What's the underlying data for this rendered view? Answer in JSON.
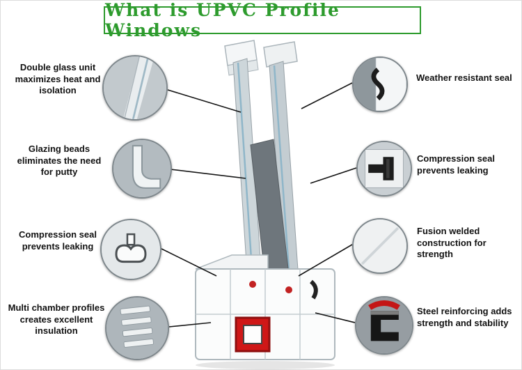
{
  "title": "What is UPVC Profile Windows",
  "colors": {
    "accent_green": "#2d9b2d",
    "connector_line": "#141414",
    "steel_red": "#cf1717"
  },
  "callouts": {
    "left": [
      {
        "label": "Double glass unit maximizes heat and isolation",
        "icon": "double-glass-icon"
      },
      {
        "label": "Glazing beads eliminates the need for putty",
        "icon": "glazing-bead-icon"
      },
      {
        "label": "Compression seal prevents leaking",
        "icon": "compression-seal-icon"
      },
      {
        "label": "Multi chamber profiles creates excellent insulation",
        "icon": "multi-chamber-icon"
      }
    ],
    "right": [
      {
        "label": "Weather resistant seal",
        "icon": "weather-seal-icon"
      },
      {
        "label": "Compression seal prevents leaking",
        "icon": "compression-seal-icon"
      },
      {
        "label": "Fusion welded construction for strength",
        "icon": "fusion-weld-icon"
      },
      {
        "label": "Steel reinforcing adds strength and stability",
        "icon": "steel-reinforcing-icon"
      }
    ]
  }
}
